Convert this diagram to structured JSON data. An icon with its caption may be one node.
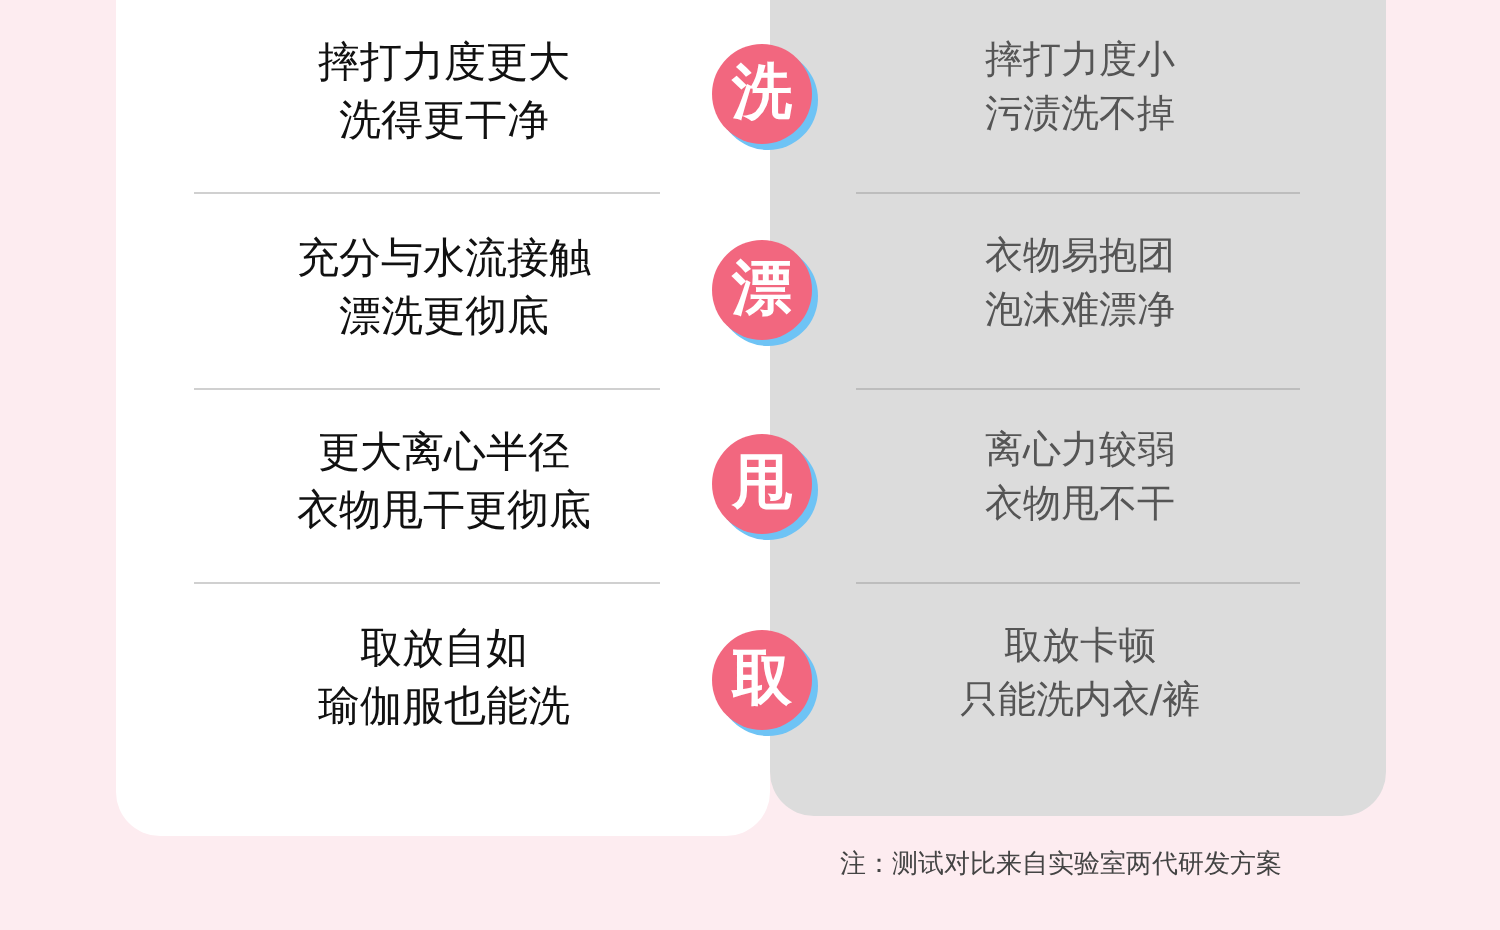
{
  "diagram": {
    "nodes": [
      {
        "text": [
          "摔打力度更大洗得更干净",
          "充分与水流接触漂洗更彻底",
          "更大离心半径衣物甩干更彻底",
          "取放自如瑜伽服也能洗"
        ]
      },
      {
        "text": [
          "摔打力度小污渍洗不掉",
          "衣物易抱团泡沫难漂净",
          "离心力较弱衣物甩不干",
          "取放卡顿只能洗内衣/裤"
        ]
      },
      {
        "text": [
          "洗"
        ]
      },
      {
        "text": [
          "漂"
        ]
      },
      {
        "text": [
          "甩"
        ]
      },
      {
        "text": [
          "取"
        ]
      }
    ],
    "labels": [
      "注：测试对比来自实验室两代研发方案"
    ]
  }
}
